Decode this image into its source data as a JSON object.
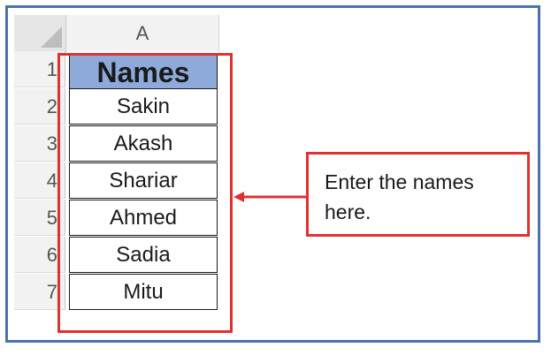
{
  "sheet": {
    "column_header": "A",
    "row_numbers": [
      "1",
      "2",
      "3",
      "4",
      "5",
      "6",
      "7"
    ],
    "header_cell": "Names",
    "names": [
      "Sakin",
      "Akash",
      "Shariar",
      "Ahmed",
      "Sadia",
      "Mitu"
    ]
  },
  "callout": {
    "text": "Enter the names here."
  },
  "colors": {
    "frame_border": "#4a72b0",
    "highlight_red": "#e03131",
    "header_fill": "#8eaadb"
  }
}
